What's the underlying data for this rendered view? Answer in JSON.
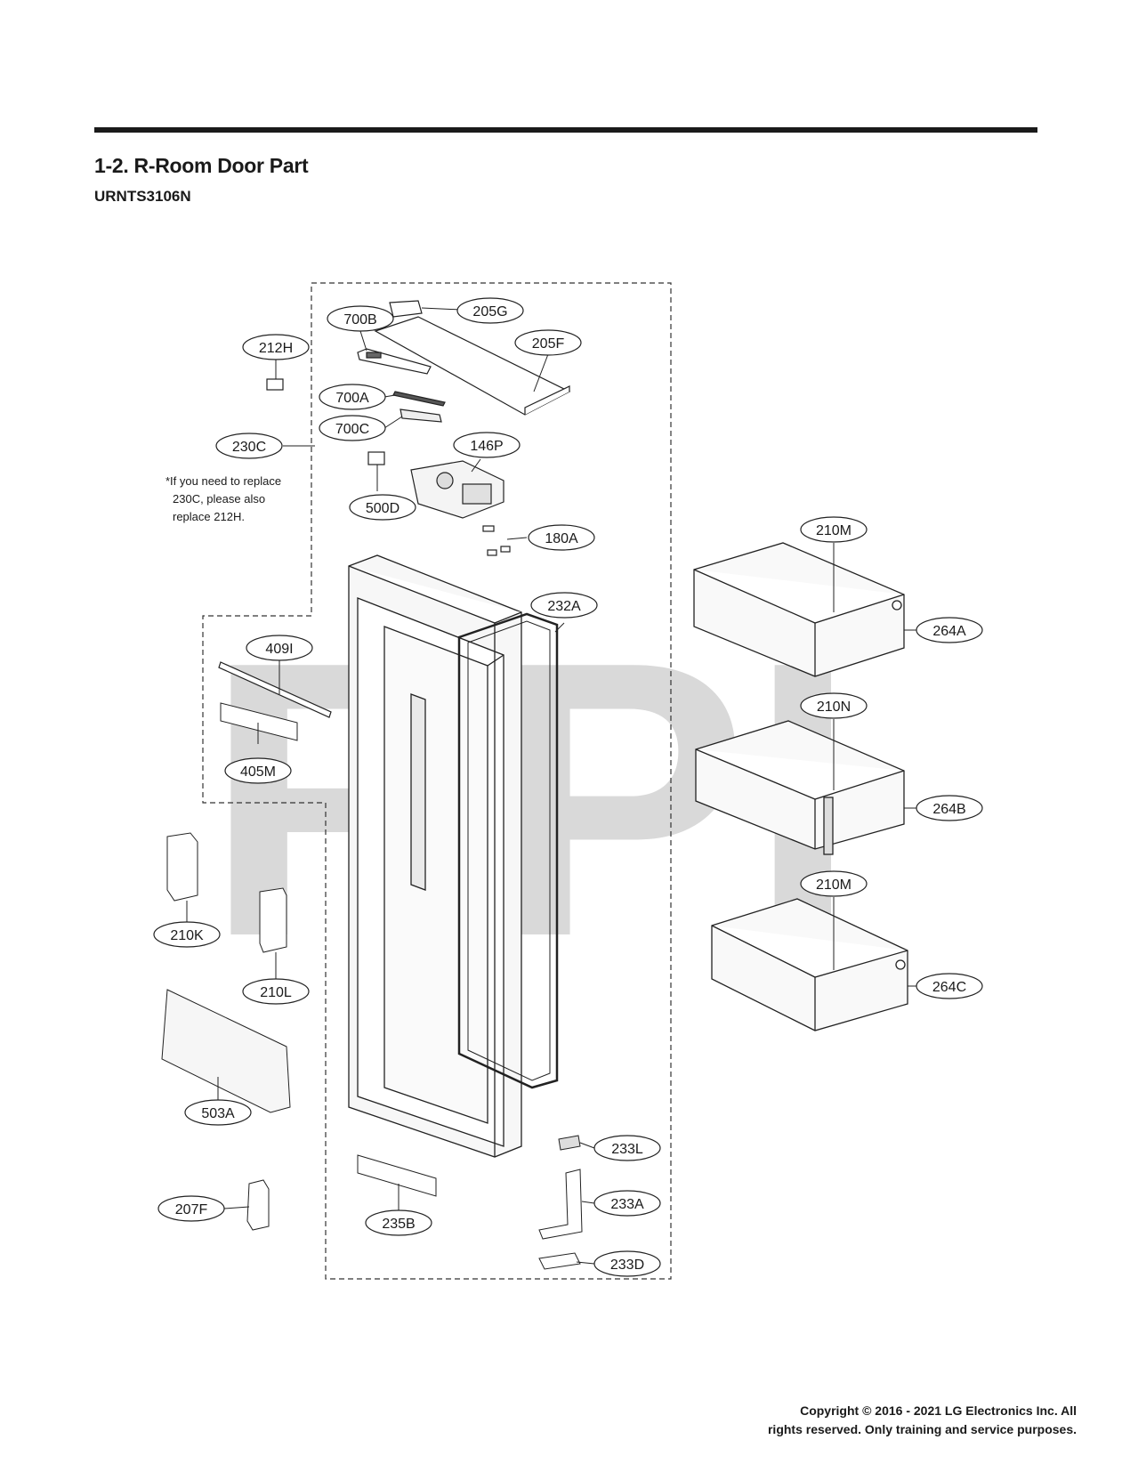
{
  "header": {
    "title": "1-2. R-Room Door Part",
    "model": "URNTS3106N"
  },
  "note": {
    "lines": [
      "*If you need to replace",
      "230C, please also",
      "replace 212H."
    ]
  },
  "watermark": "RPI",
  "callouts": {
    "p205G": "205G",
    "p700B": "700B",
    "p205F": "205F",
    "p212H": "212H",
    "p700A": "700A",
    "p700C": "700C",
    "p230C": "230C",
    "p146P": "146P",
    "p500D": "500D",
    "p180A": "180A",
    "p232A": "232A",
    "p409I": "409I",
    "p405M": "405M",
    "p210K": "210K",
    "p210L": "210L",
    "p503A": "503A",
    "p207F": "207F",
    "p235B": "235B",
    "p233L": "233L",
    "p233A": "233A",
    "p233D": "233D",
    "p210M_top": "210M",
    "p264A": "264A",
    "p210N": "210N",
    "p264B": "264B",
    "p210M_bottom": "210M",
    "p264C": "264C"
  },
  "copyright": {
    "line1": "Copyright © 2016 - 2021 LG Electronics Inc. All",
    "line2": "rights reserved. Only training and service purposes."
  }
}
